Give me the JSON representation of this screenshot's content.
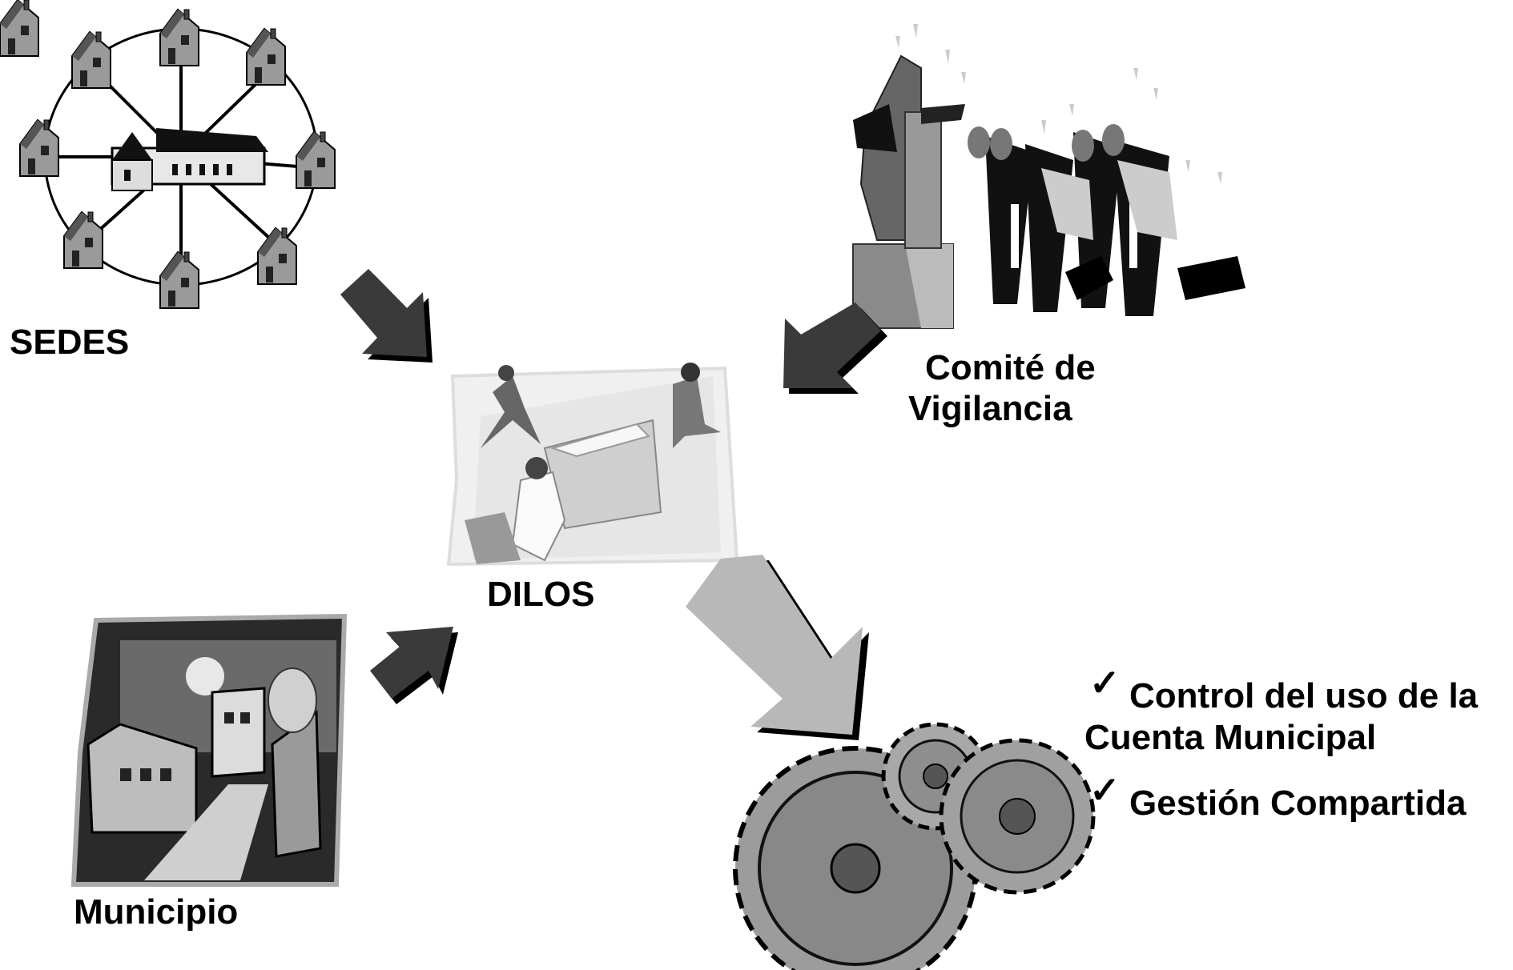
{
  "nodes": {
    "sedes": "SEDES",
    "comite_line1": "Comité de",
    "comite_line2": "Vigilancia",
    "dilos": "DILOS",
    "municipio": "Municipio"
  },
  "outcomes": [
    {
      "check": "✓",
      "line1": "Control del uso de la",
      "line2": "Cuenta Municipal"
    },
    {
      "check": "✓",
      "line1": "Gestión Compartida"
    }
  ],
  "colors": {
    "arrow_dark": "#3a3a3a",
    "arrow_light": "#b8b8b8",
    "text": "#000000"
  }
}
